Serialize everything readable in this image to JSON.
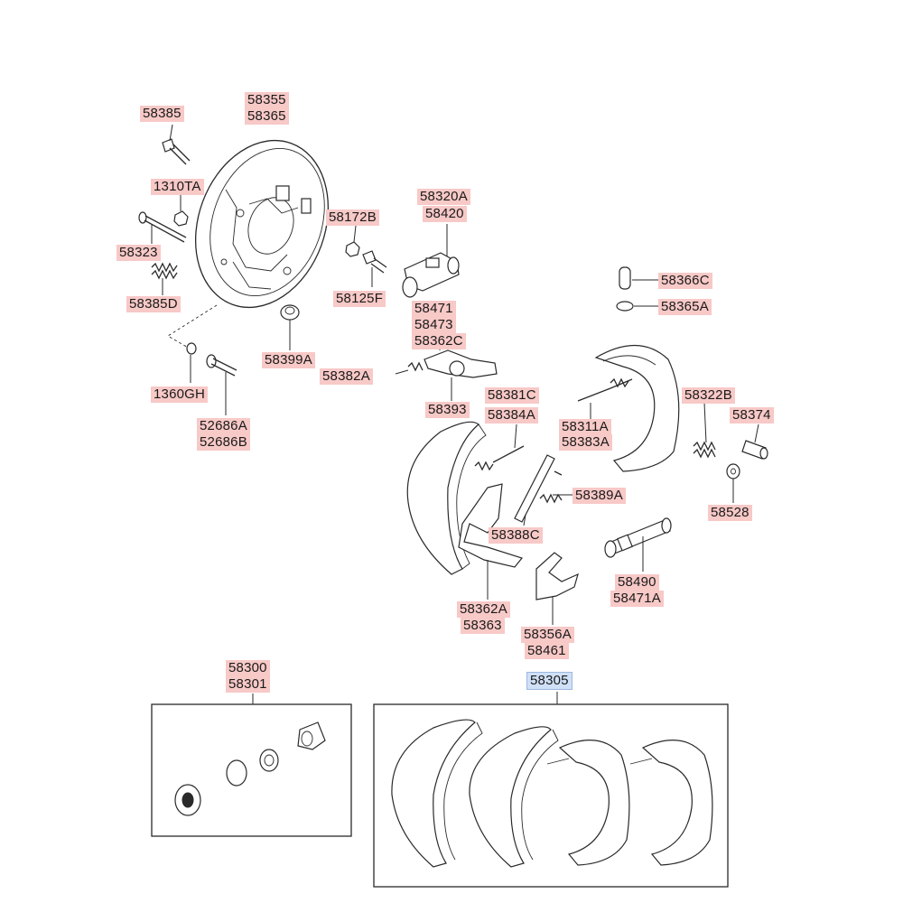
{
  "labels": {
    "p58385": "58385",
    "p58355": "58355",
    "p58365": "58365",
    "p1310TA": "1310TA",
    "p58323": "58323",
    "p58385D": "58385D",
    "p58172B": "58172B",
    "p58125F": "58125F",
    "p58399A": "58399A",
    "p1360GH": "1360GH",
    "p52686A": "52686A",
    "p52686B": "52686B",
    "p58320A": "58320A",
    "p58420": "58420",
    "p58471": "58471",
    "p58473": "58473",
    "p58362C": "58362C",
    "p58382A": "58382A",
    "p58393": "58393",
    "p58366C": "58366C",
    "p58365A": "58365A",
    "p58381C": "58381C",
    "p58384A": "58384A",
    "p58311A": "58311A",
    "p58383A": "58383A",
    "p58322B": "58322B",
    "p58374": "58374",
    "p58389A": "58389A",
    "p58528": "58528",
    "p58388C": "58388C",
    "p58490": "58490",
    "p58471A": "58471A",
    "p58362A": "58362A",
    "p58363": "58363",
    "p58356A": "58356A",
    "p58461": "58461",
    "p58300": "58300",
    "p58301": "58301",
    "p58305": "58305"
  },
  "colors": {
    "label_bg": "#f7c9c7",
    "selected_label_bg": "#cfe0f7",
    "line": "#2a2a2a"
  },
  "selected_part": "58305"
}
